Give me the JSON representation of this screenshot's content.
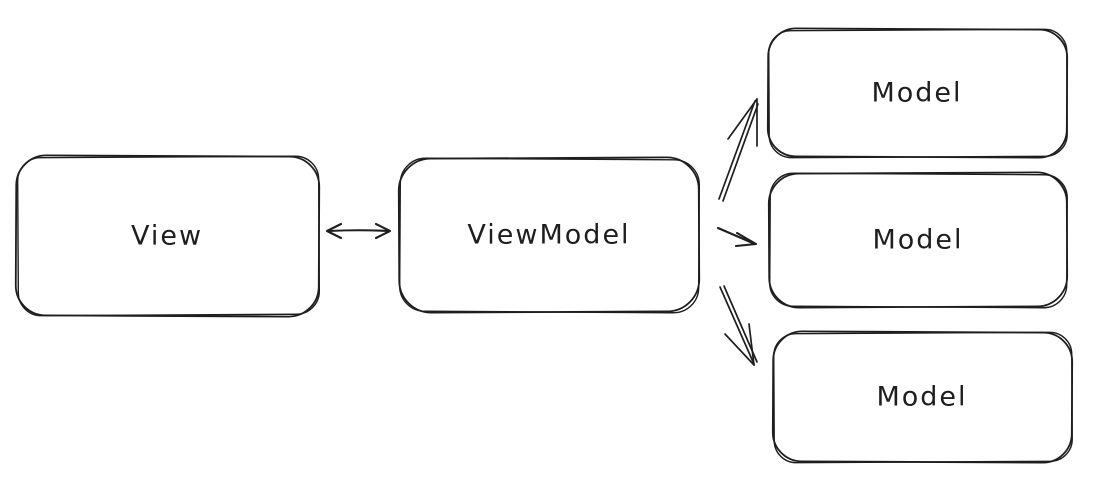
{
  "colors": {
    "background": "#ffffff",
    "stroke": "#1e1e1e"
  },
  "diagram": {
    "style": "hand-drawn-sketch",
    "nodes": {
      "view": {
        "label": "View"
      },
      "viewmodel": {
        "label": "ViewModel"
      },
      "model1": {
        "label": "Model"
      },
      "model2": {
        "label": "Model"
      },
      "model3": {
        "label": "Model"
      }
    },
    "edges": [
      {
        "from": "View",
        "to": "ViewModel",
        "style": "double-headed-arrow"
      },
      {
        "from": "ViewModel",
        "to": "Model (top)",
        "style": "arrow"
      },
      {
        "from": "ViewModel",
        "to": "Model (middle)",
        "style": "arrow"
      },
      {
        "from": "ViewModel",
        "to": "Model (bottom)",
        "style": "arrow"
      }
    ]
  }
}
